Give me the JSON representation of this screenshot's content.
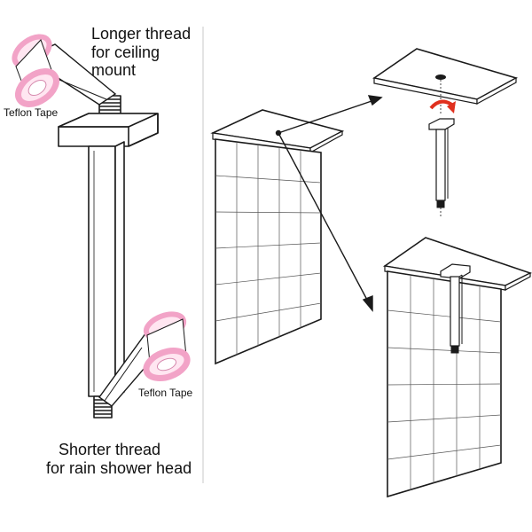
{
  "labels": {
    "longer_thread_line1": "Longer thread",
    "longer_thread_line2": "for ceiling mount",
    "teflon_tape_top": "Teflon Tape",
    "teflon_tape_bottom": "Teflon Tape",
    "shorter_thread_line1": "Shorter thread",
    "shorter_thread_line2": "for rain shower head"
  },
  "colors": {
    "line": "#1a1a1a",
    "tape_pink": "#f2a3c7",
    "tape_fill": "#ffe6f1",
    "rotate_arrow": "#e0301e"
  }
}
